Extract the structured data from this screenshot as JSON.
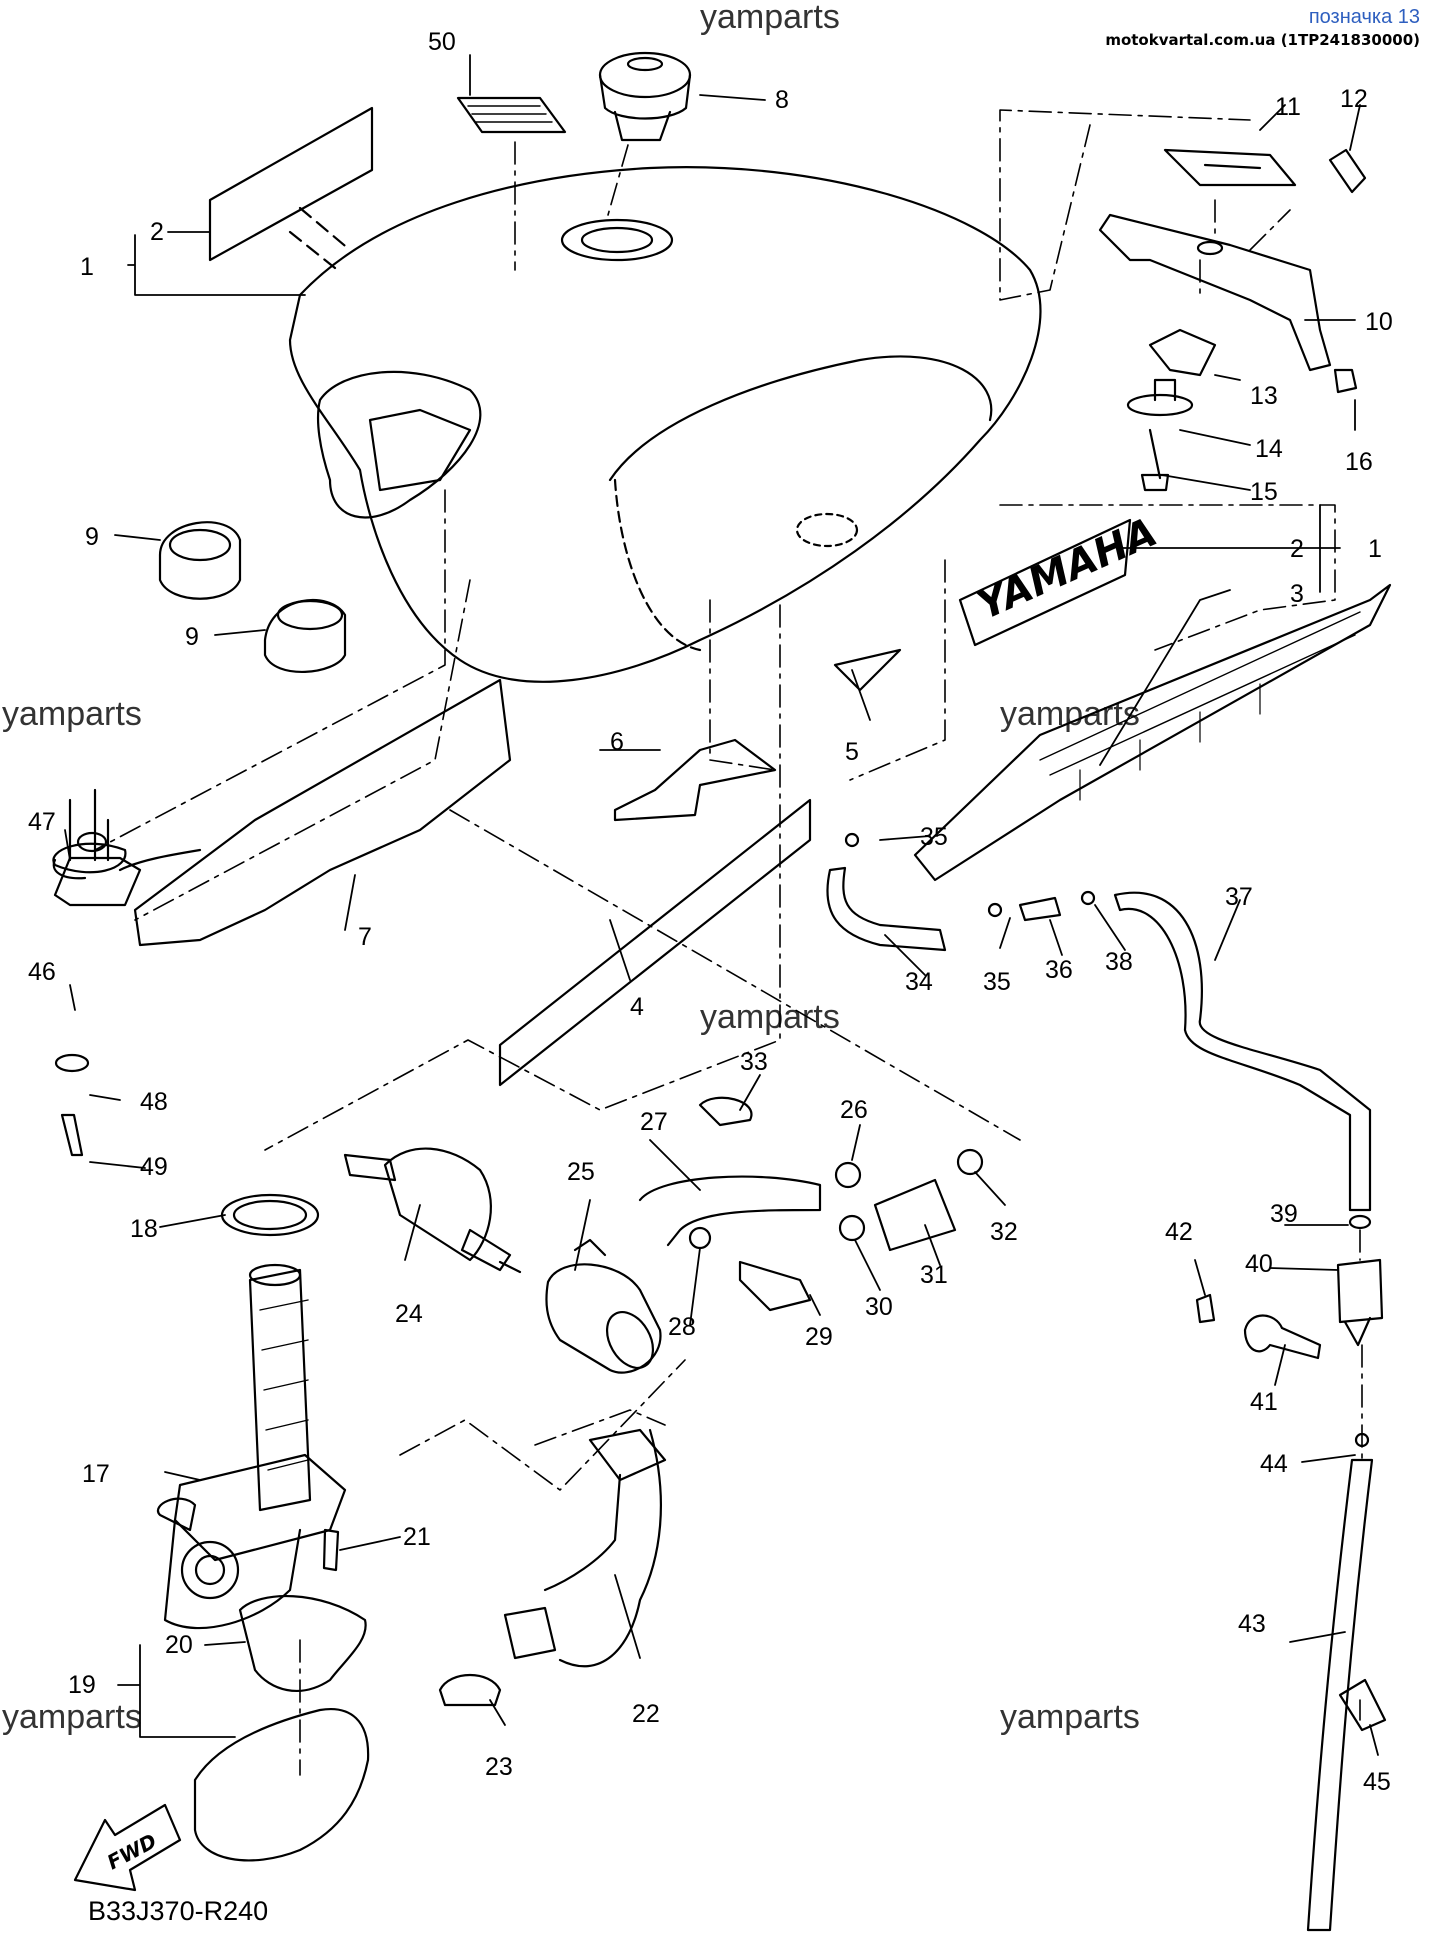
{
  "header": {
    "sheet_label": "позначка 13",
    "source_line": "motokvartal.com.ua (1TP241830000)"
  },
  "watermark": "yamparts",
  "diagram_code": "B33J370-R240",
  "fwd_arrow": "FWD",
  "tank_emblem": "YAMAHA",
  "colors": {
    "line": "#000000",
    "header_link": "#2e5fbf",
    "watermark": "#333333"
  },
  "part_labels": {
    "p1": "1",
    "p2": "2",
    "p3": "3",
    "p4": "4",
    "p5": "5",
    "p6": "6",
    "p7": "7",
    "p8": "8",
    "p9": "9",
    "p10": "10",
    "p11": "11",
    "p12": "12",
    "p13": "13",
    "p14": "14",
    "p15": "15",
    "p16": "16",
    "p17": "17",
    "p18": "18",
    "p19": "19",
    "p20": "20",
    "p21": "21",
    "p22": "22",
    "p23": "23",
    "p24": "24",
    "p25": "25",
    "p26": "26",
    "p27": "27",
    "p28": "28",
    "p29": "29",
    "p30": "30",
    "p31": "31",
    "p32": "32",
    "p33": "33",
    "p34": "34",
    "p35": "35",
    "p36": "36",
    "p37": "37",
    "p38": "38",
    "p39": "39",
    "p40": "40",
    "p41": "41",
    "p42": "42",
    "p43": "43",
    "p44": "44",
    "p45": "45",
    "p46": "46",
    "p47": "47",
    "p48": "48",
    "p49": "49",
    "p50": "50"
  }
}
